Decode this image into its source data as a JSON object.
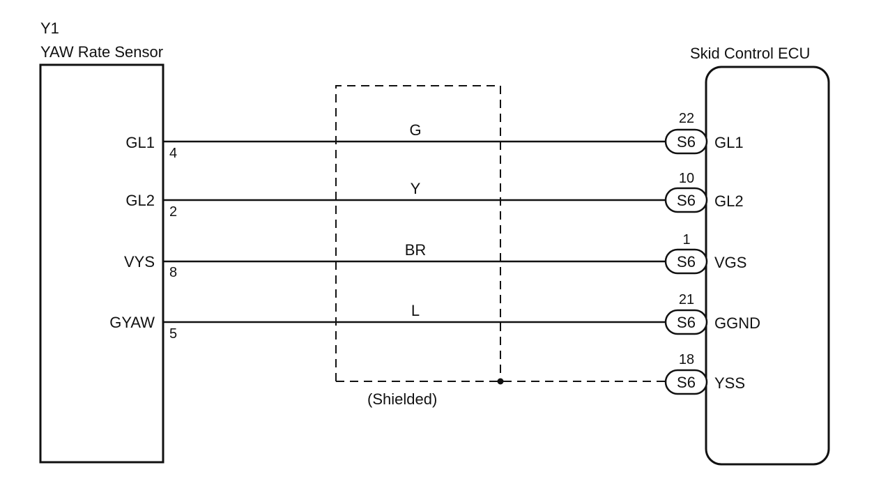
{
  "sensor": {
    "id": "Y1",
    "name": "YAW Rate Sensor"
  },
  "ecu": {
    "name": "Skid Control ECU"
  },
  "shield": {
    "label": "(Shielded)"
  },
  "connector_label": "S6",
  "wires": [
    {
      "sensor_terminal": "GL1",
      "sensor_pin": "4",
      "color": "G",
      "ecu_pin": "22",
      "ecu_terminal": "GL1"
    },
    {
      "sensor_terminal": "GL2",
      "sensor_pin": "2",
      "color": "Y",
      "ecu_pin": "10",
      "ecu_terminal": "GL2"
    },
    {
      "sensor_terminal": "VYS",
      "sensor_pin": "8",
      "color": "BR",
      "ecu_pin": "1",
      "ecu_terminal": "VGS"
    },
    {
      "sensor_terminal": "GYAW",
      "sensor_pin": "5",
      "color": "L",
      "ecu_pin": "21",
      "ecu_terminal": "GGND"
    }
  ],
  "shield_wire": {
    "ecu_pin": "18",
    "ecu_terminal": "YSS"
  }
}
